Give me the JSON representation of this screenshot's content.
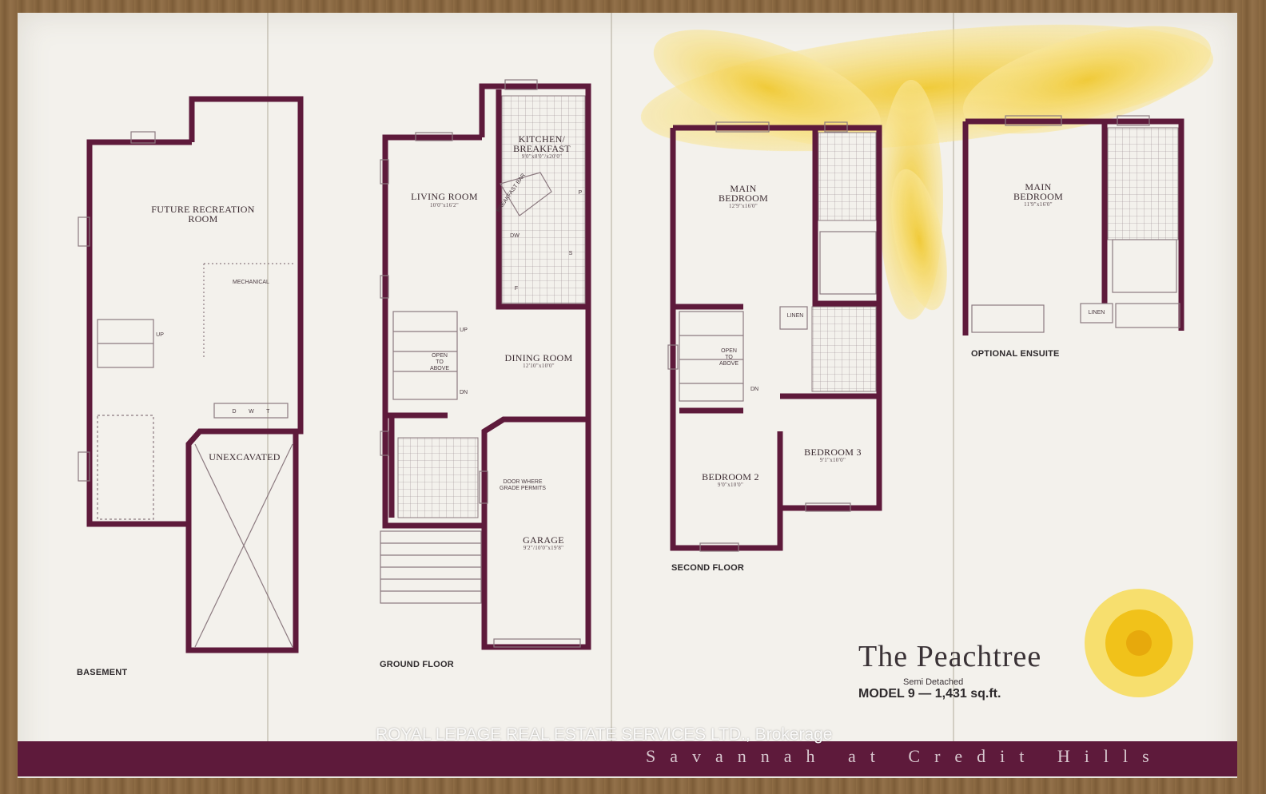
{
  "labels": {
    "future_rec": "FUTURE RECREATION\nROOM",
    "mechanical": "MECHANICAL",
    "up_basement": "UP",
    "unexcavated": "UNEXCAVATED",
    "dwt": "D        W        T",
    "kitchen": "KITCHEN/\nBREAKFAST",
    "kitchen_dim": "9'0\"x8'0\"/x20'0\"",
    "breakfast_bar": "BREAKFAST BAR",
    "living": "LIVING ROOM",
    "living_dim": "10'0\"x16'2\"",
    "dw": "DW",
    "fridge": "F",
    "sink": "S",
    "pantry": "P",
    "up_ground": "UP",
    "open_above_ground": "OPEN\nTO\nABOVE",
    "dn_ground": "DN",
    "dining": "DINING ROOM",
    "dining_dim": "12'10\"x10'0\"",
    "door_grade": "DOOR WHERE\nGRADE PERMITS",
    "garage": "GARAGE",
    "garage_dim": "9'2\"/10'0\"x19'8\"",
    "main_bedroom": "MAIN\nBEDROOM",
    "main_bedroom_dim": "12'9\"x16'0\"",
    "linen_second": "LINEN",
    "open_above_second": "OPEN\nTO\nABOVE",
    "dn_second": "DN",
    "bedroom2": "BEDROOM 2",
    "bedroom2_dim": "9'0\"x10'0\"",
    "bedroom3": "BEDROOM 3",
    "bedroom3_dim": "9'1\"x10'0\"",
    "main_bedroom_opt": "MAIN\nBEDROOM",
    "main_bedroom_opt_dim": "11'9\"x16'0\"",
    "linen_opt": "LINEN"
  },
  "floors": {
    "basement": "BASEMENT",
    "ground": "GROUND FLOOR",
    "second": "SECOND FLOOR",
    "optional": "OPTIONAL ENSUITE"
  },
  "brand": {
    "title": "The Peachtree",
    "subtitle": "Semi Detached",
    "model": "MODEL 9 — 1,431 sq.ft.",
    "band": "Savannah at Credit Hills"
  },
  "watermark": "ROYAL LEPAGE REAL ESTATE SERVICES LTD., Brokerage",
  "colors": {
    "wall": "#5e1a3b",
    "band": "#5e1a3b",
    "paper": "#f3f1ec",
    "flower": "#f5cf2e"
  }
}
